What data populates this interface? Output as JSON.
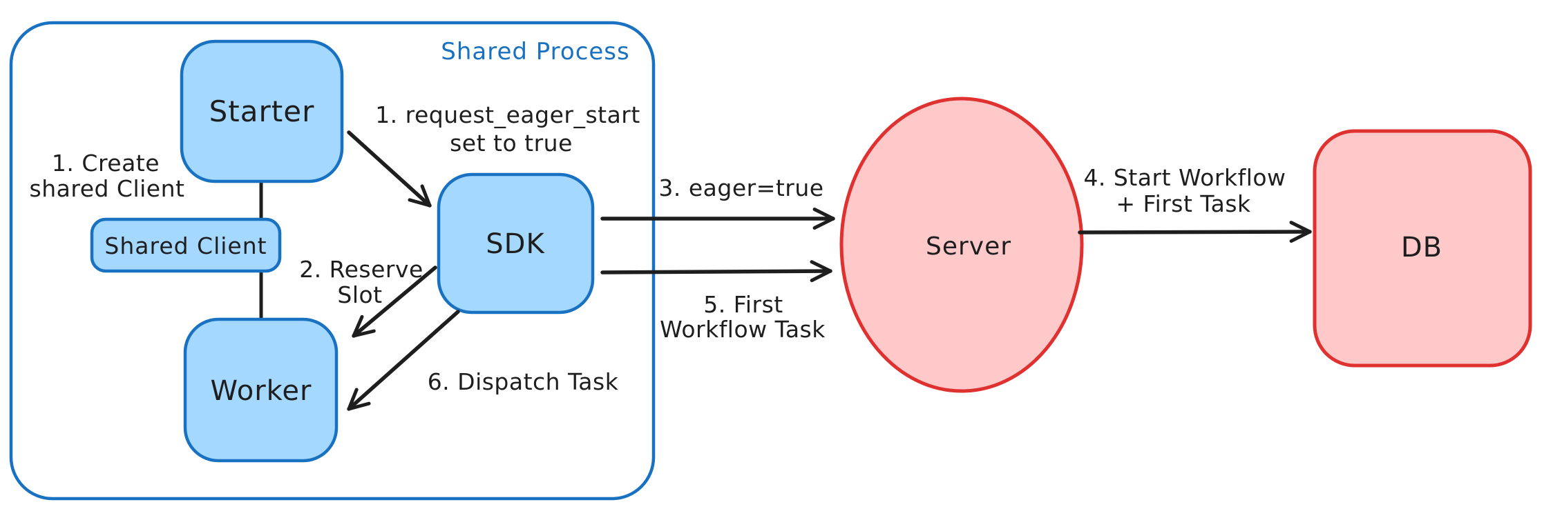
{
  "diagram": {
    "frame": {
      "title": "Shared Process"
    },
    "nodes": {
      "starter": "Starter",
      "shared_client": "Shared Client",
      "worker": "Worker",
      "sdk": "SDK",
      "server": "Server",
      "db": "DB"
    },
    "labels": {
      "create_shared_client_line1": "1. Create",
      "create_shared_client_line2": "shared Client",
      "request_eager_start_line1": "1. request_eager_start",
      "request_eager_start_line2": "set to true",
      "reserve_slot_line1": "2. Reserve",
      "reserve_slot_line2": "Slot",
      "eager_true": "3. eager=true",
      "start_workflow_line1": "4. Start Workflow",
      "start_workflow_line2": "+ First Task",
      "first_workflow_task_line1": "5. First",
      "first_workflow_task_line2": "Workflow Task",
      "dispatch_task": "6. Dispatch Task"
    },
    "colors": {
      "blue_stroke": "#1971c2",
      "blue_fill": "#a5d8ff",
      "red_stroke": "#e03131",
      "red_fill": "#ffc9c9",
      "arrow": "#1e1e1e",
      "text": "#1e1e1e",
      "background": "#ffffff"
    }
  }
}
